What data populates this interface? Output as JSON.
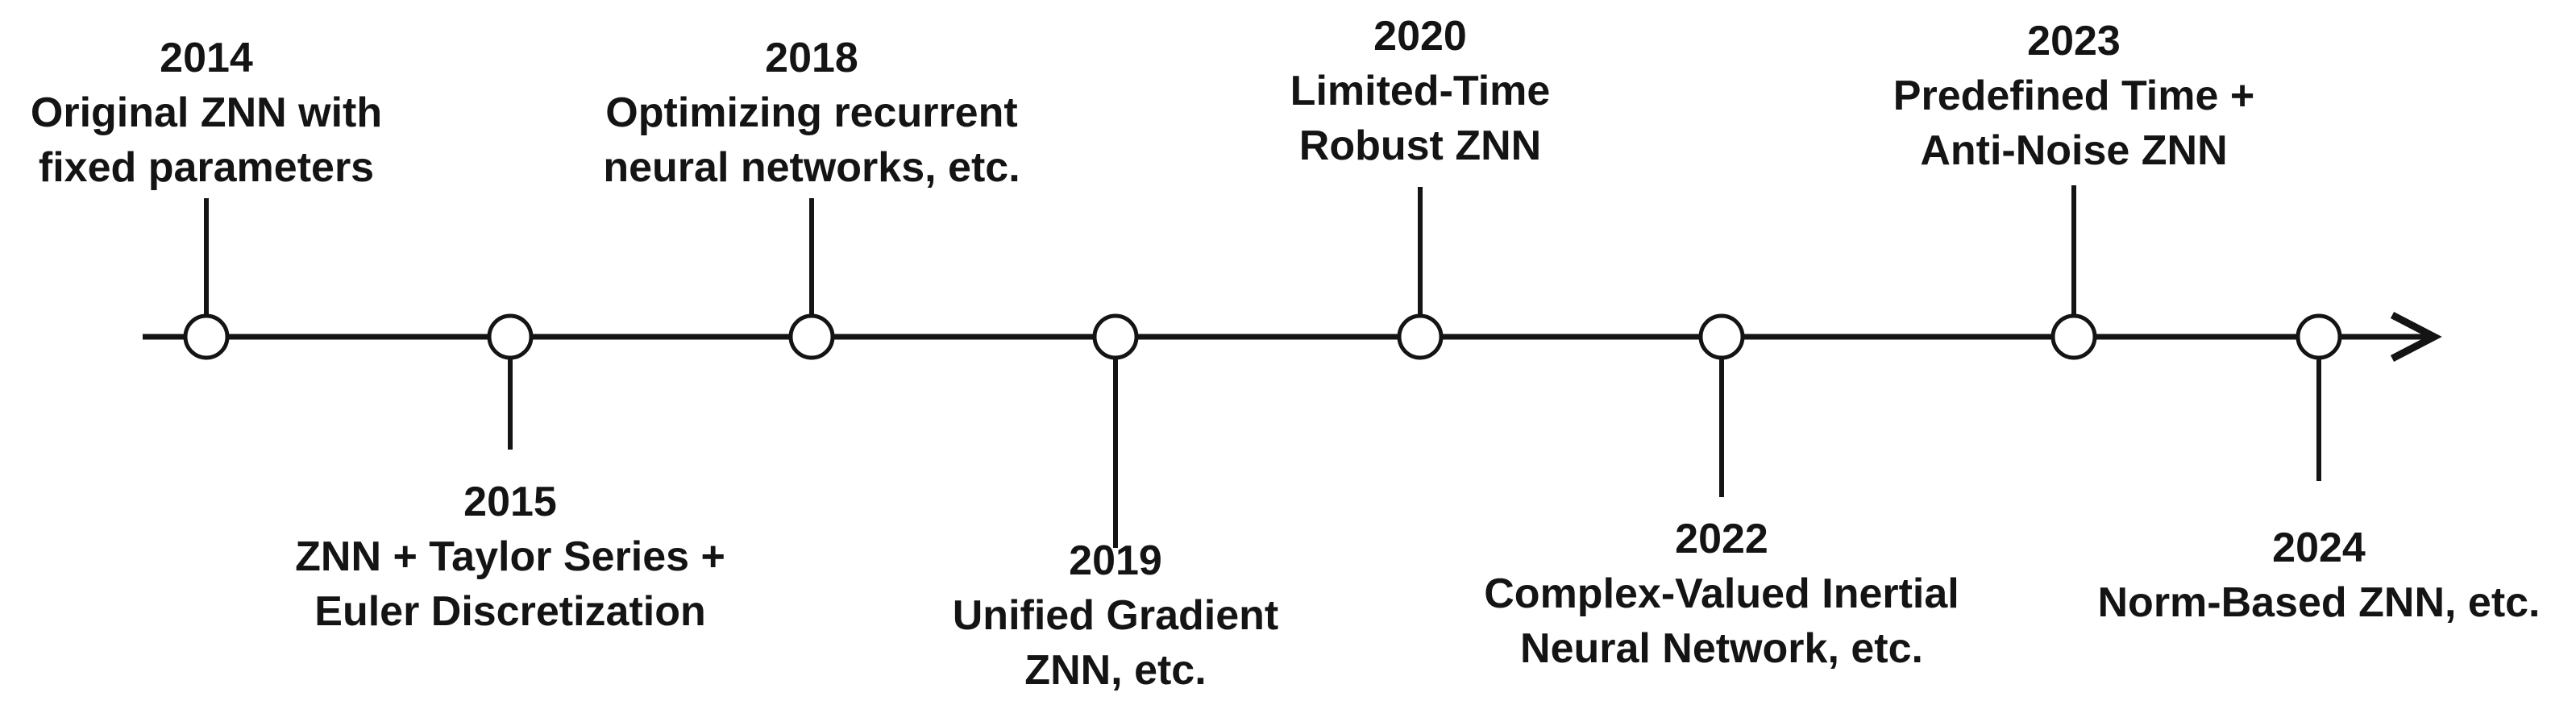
{
  "page": {
    "background_color": "#ffffff",
    "ink_color": "#141414",
    "description": "Timeline of Zeroing Neural Network (ZNN) research milestones"
  },
  "timeline": {
    "direction": "left-to-right",
    "axis_style": "arrow-line-with-open-circle-nodes",
    "events": [
      {
        "year": "2014",
        "side": "above",
        "lines": [
          "Original ZNN with",
          "fixed parameters"
        ]
      },
      {
        "year": "2015",
        "side": "below",
        "lines": [
          "ZNN + Taylor Series +",
          "Euler Discretization"
        ]
      },
      {
        "year": "2018",
        "side": "above",
        "lines": [
          "Optimizing recurrent",
          "neural networks, etc."
        ]
      },
      {
        "year": "2019",
        "side": "below",
        "lines": [
          "Unified Gradient",
          "ZNN, etc."
        ]
      },
      {
        "year": "2020",
        "side": "above",
        "lines": [
          "Limited-Time",
          "Robust ZNN"
        ]
      },
      {
        "year": "2022",
        "side": "below",
        "lines": [
          "Complex-Valued Inertial",
          "Neural Network, etc."
        ]
      },
      {
        "year": "2023",
        "side": "above",
        "lines": [
          "Predefined Time +",
          "Anti-Noise ZNN"
        ]
      },
      {
        "year": "2024",
        "side": "below",
        "lines": [
          "Norm-Based ZNN, etc."
        ]
      }
    ]
  }
}
